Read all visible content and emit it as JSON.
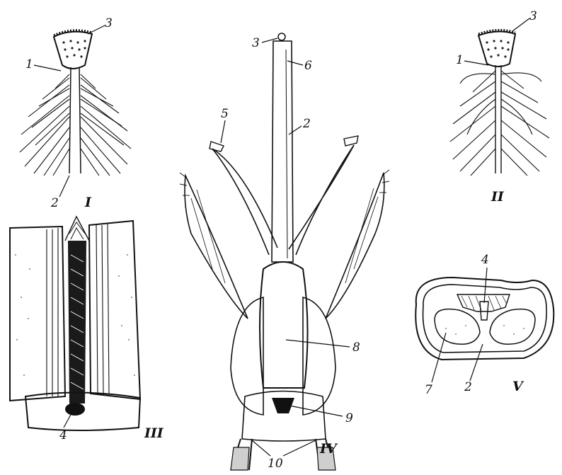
{
  "panels": {
    "I": {
      "roman": "I",
      "labels": {
        "l1": "1",
        "l2": "2",
        "l3": "3"
      }
    },
    "II": {
      "roman": "II",
      "labels": {
        "l1": "1",
        "l3": "3"
      }
    },
    "III": {
      "roman": "III",
      "labels": {
        "l4": "4"
      }
    },
    "IV": {
      "roman": "IV",
      "labels": {
        "l2": "2",
        "l3": "3",
        "l5": "5",
        "l6": "6",
        "l8": "8",
        "l9": "9",
        "l10": "10"
      }
    },
    "V": {
      "roman": "V",
      "labels": {
        "l2": "2",
        "l4": "4",
        "l7": "7"
      }
    }
  }
}
